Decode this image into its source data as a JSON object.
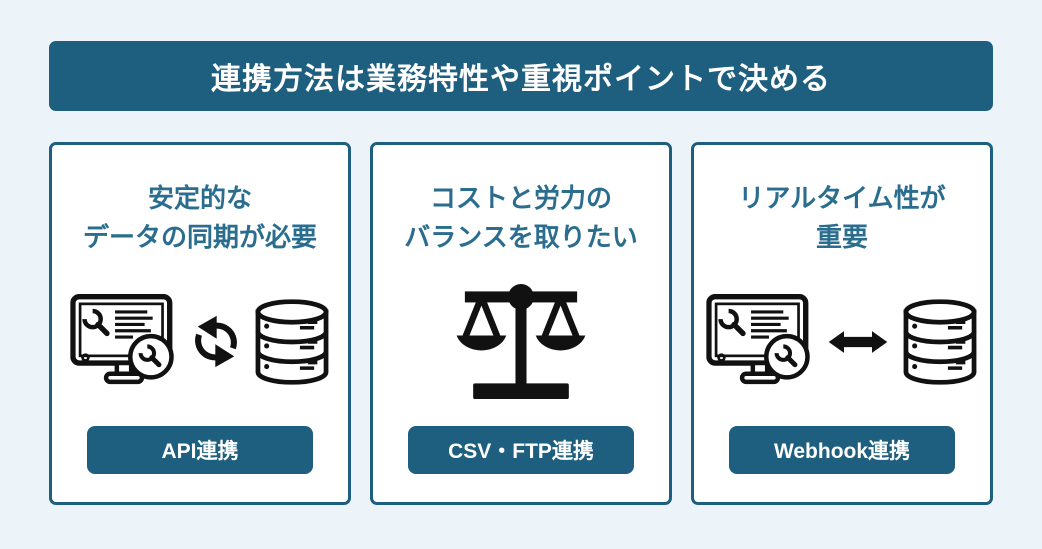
{
  "figure_type": "infographic",
  "colors": {
    "page_bg": "#edf4f9",
    "accent": "#1e5f7f",
    "card_title": "#2a6d8e",
    "card_bg": "#ffffff",
    "button_text": "#ffffff",
    "icon_black": "#111111"
  },
  "header": {
    "title": "連携方法は業務特性や重視ポイントで決める"
  },
  "cards": [
    {
      "title_lines": [
        "安定的な",
        "データの同期が必要"
      ],
      "icons": [
        "monitor-wrench-icon",
        "sync-arrows-icon",
        "database-icon"
      ],
      "button_label": "API連携"
    },
    {
      "title_lines": [
        "コストと労力の",
        "バランスを取りたい"
      ],
      "icons": [
        "balance-scale-icon"
      ],
      "button_label": "CSV・FTP連携"
    },
    {
      "title_lines": [
        "リアルタイム性が",
        "重要"
      ],
      "icons": [
        "monitor-wrench-icon",
        "double-arrow-icon",
        "database-icon"
      ],
      "button_label": "Webhook連携"
    }
  ]
}
